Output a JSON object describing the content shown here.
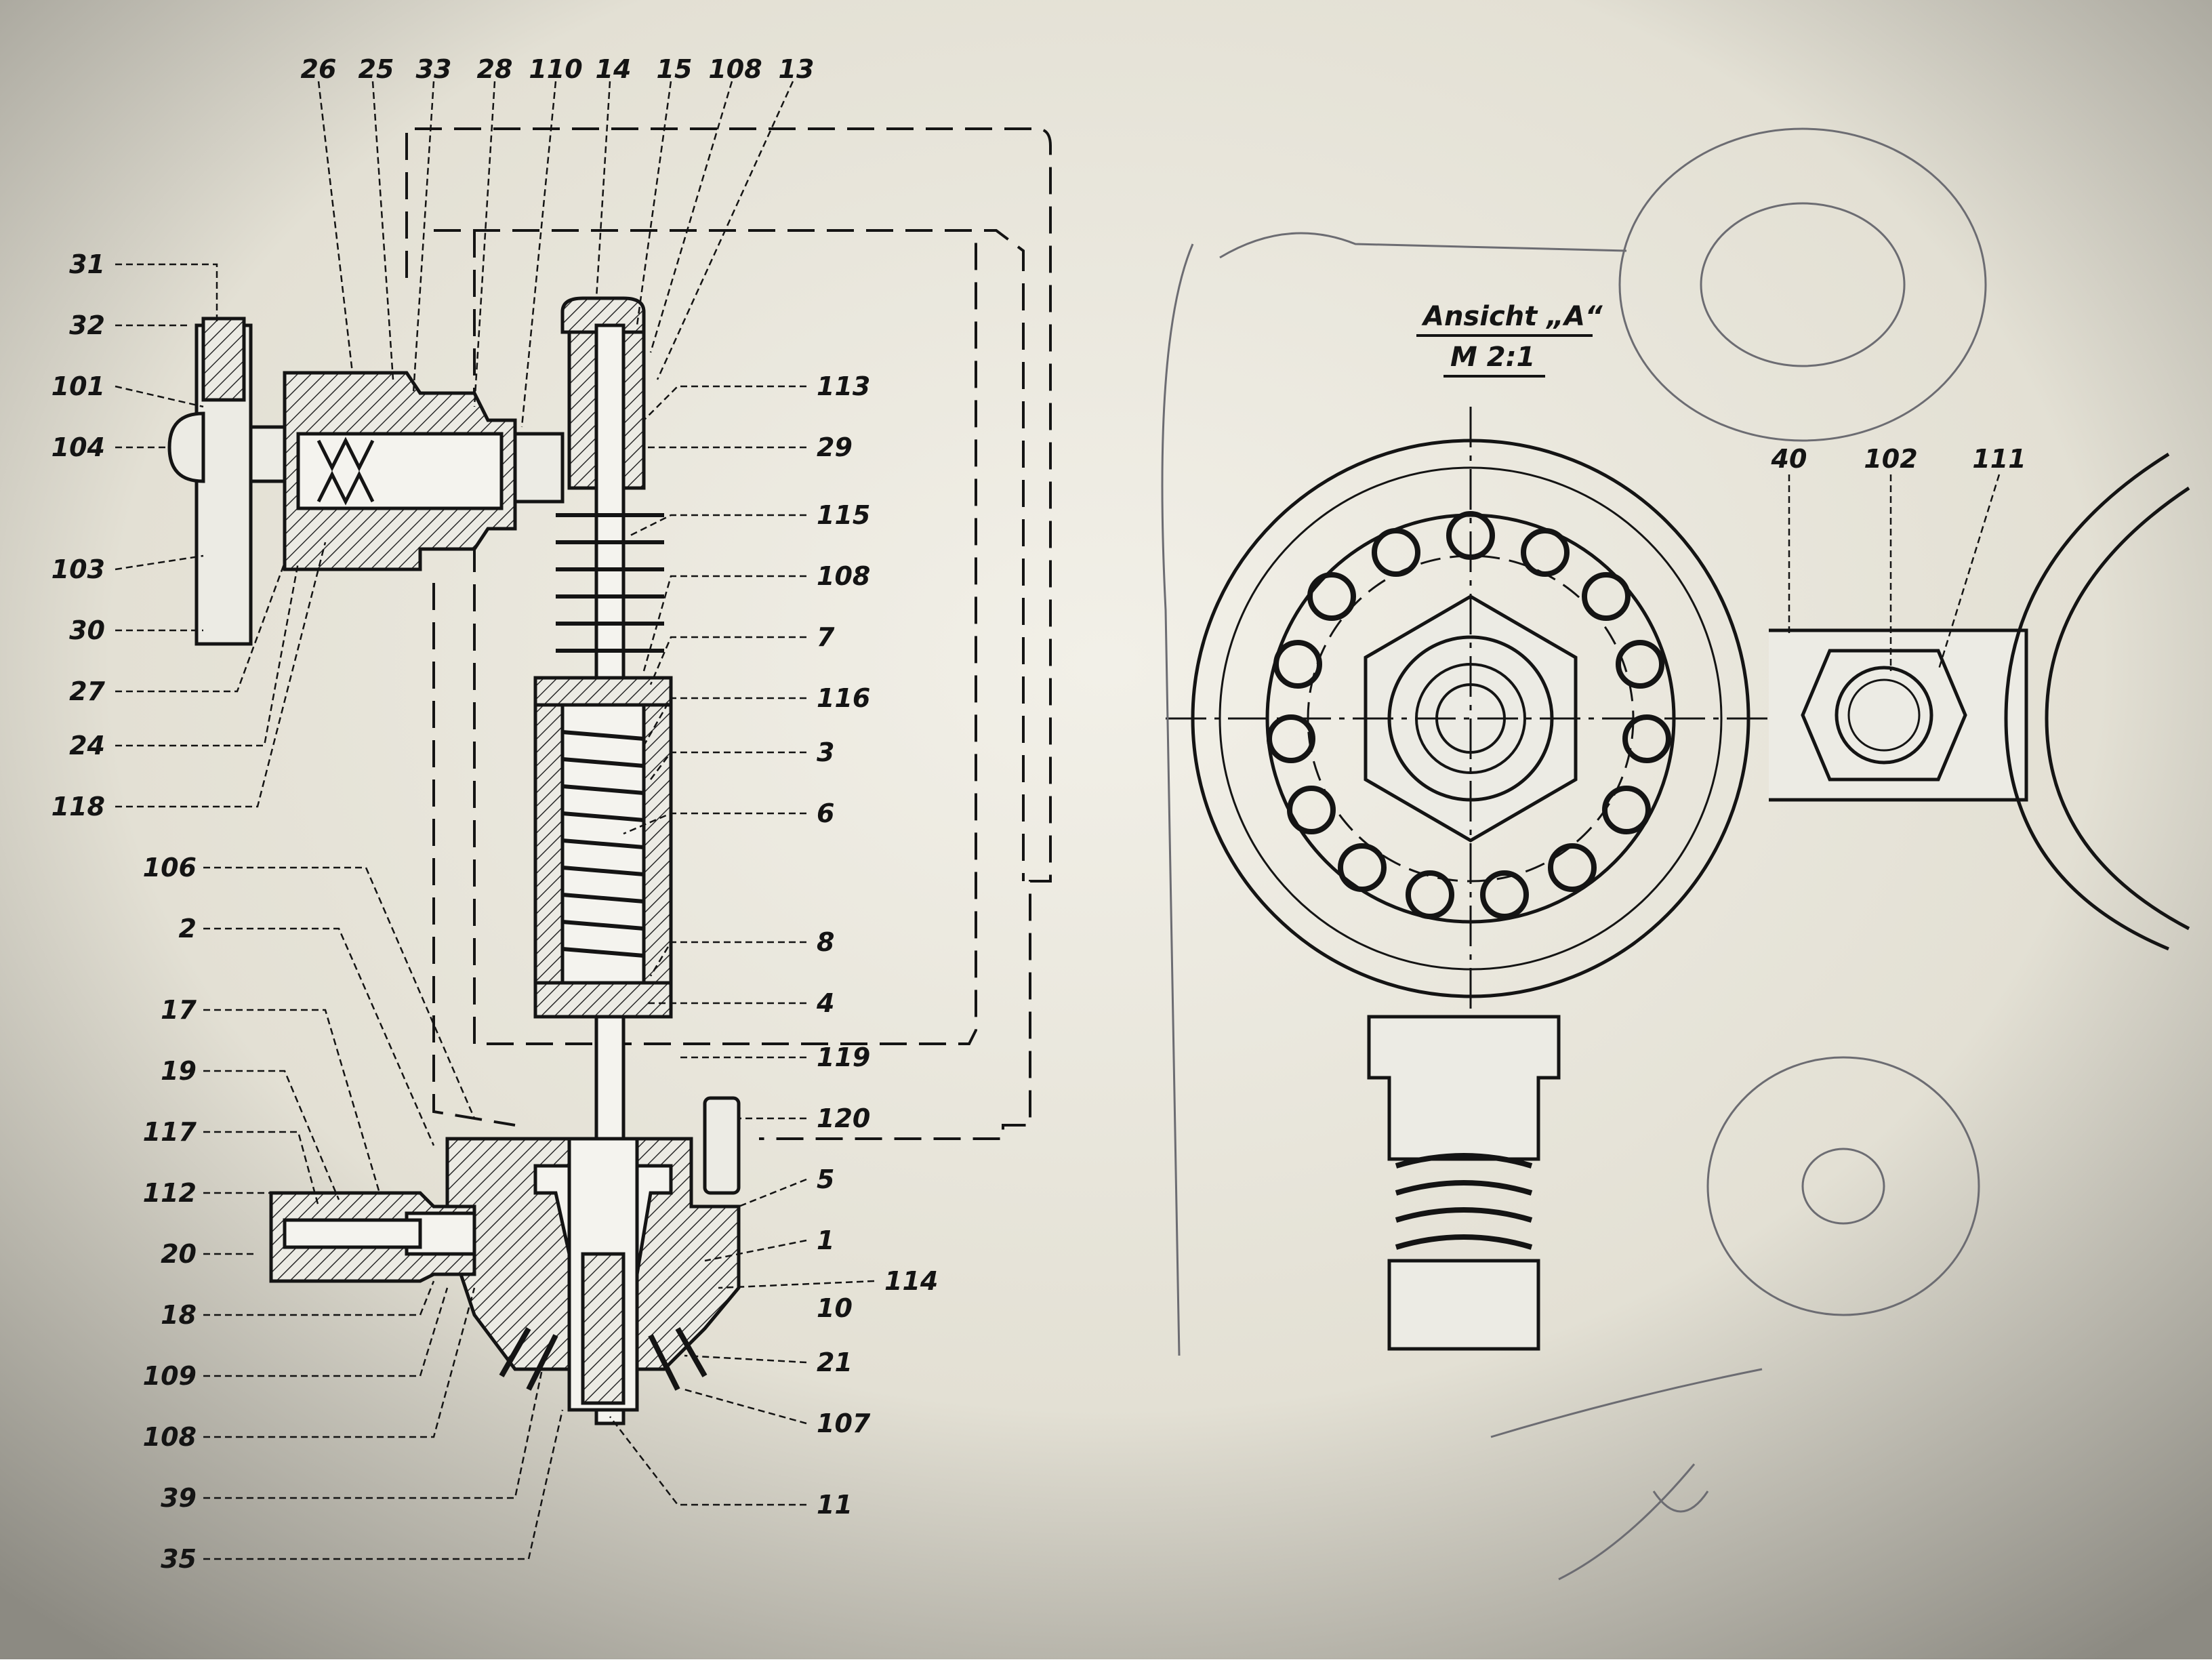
{
  "view_title": "Ansicht „A“",
  "scale": "M 2:1",
  "colors": {
    "paper": "#e9e6dc",
    "ink": "#141414",
    "pencil": "#6c6c72",
    "hatch": "#2a2a2a"
  },
  "callouts_top": [
    "26",
    "25",
    "33",
    "28",
    "110",
    "14",
    "15",
    "108",
    "13"
  ],
  "callouts_left": [
    "31",
    "32",
    "101",
    "104",
    "103",
    "30",
    "27",
    "24",
    "118",
    "106",
    "2",
    "17",
    "19",
    "117",
    "112",
    "20",
    "18",
    "109",
    "108",
    "39",
    "35"
  ],
  "callouts_right": [
    "113",
    "29",
    "115",
    "108",
    "7",
    "116",
    "3",
    "6",
    "8",
    "4",
    "119",
    "120",
    "5",
    "1",
    "114",
    "10",
    "21",
    "107",
    "11"
  ],
  "callouts_view": [
    "40",
    "102",
    "111"
  ]
}
